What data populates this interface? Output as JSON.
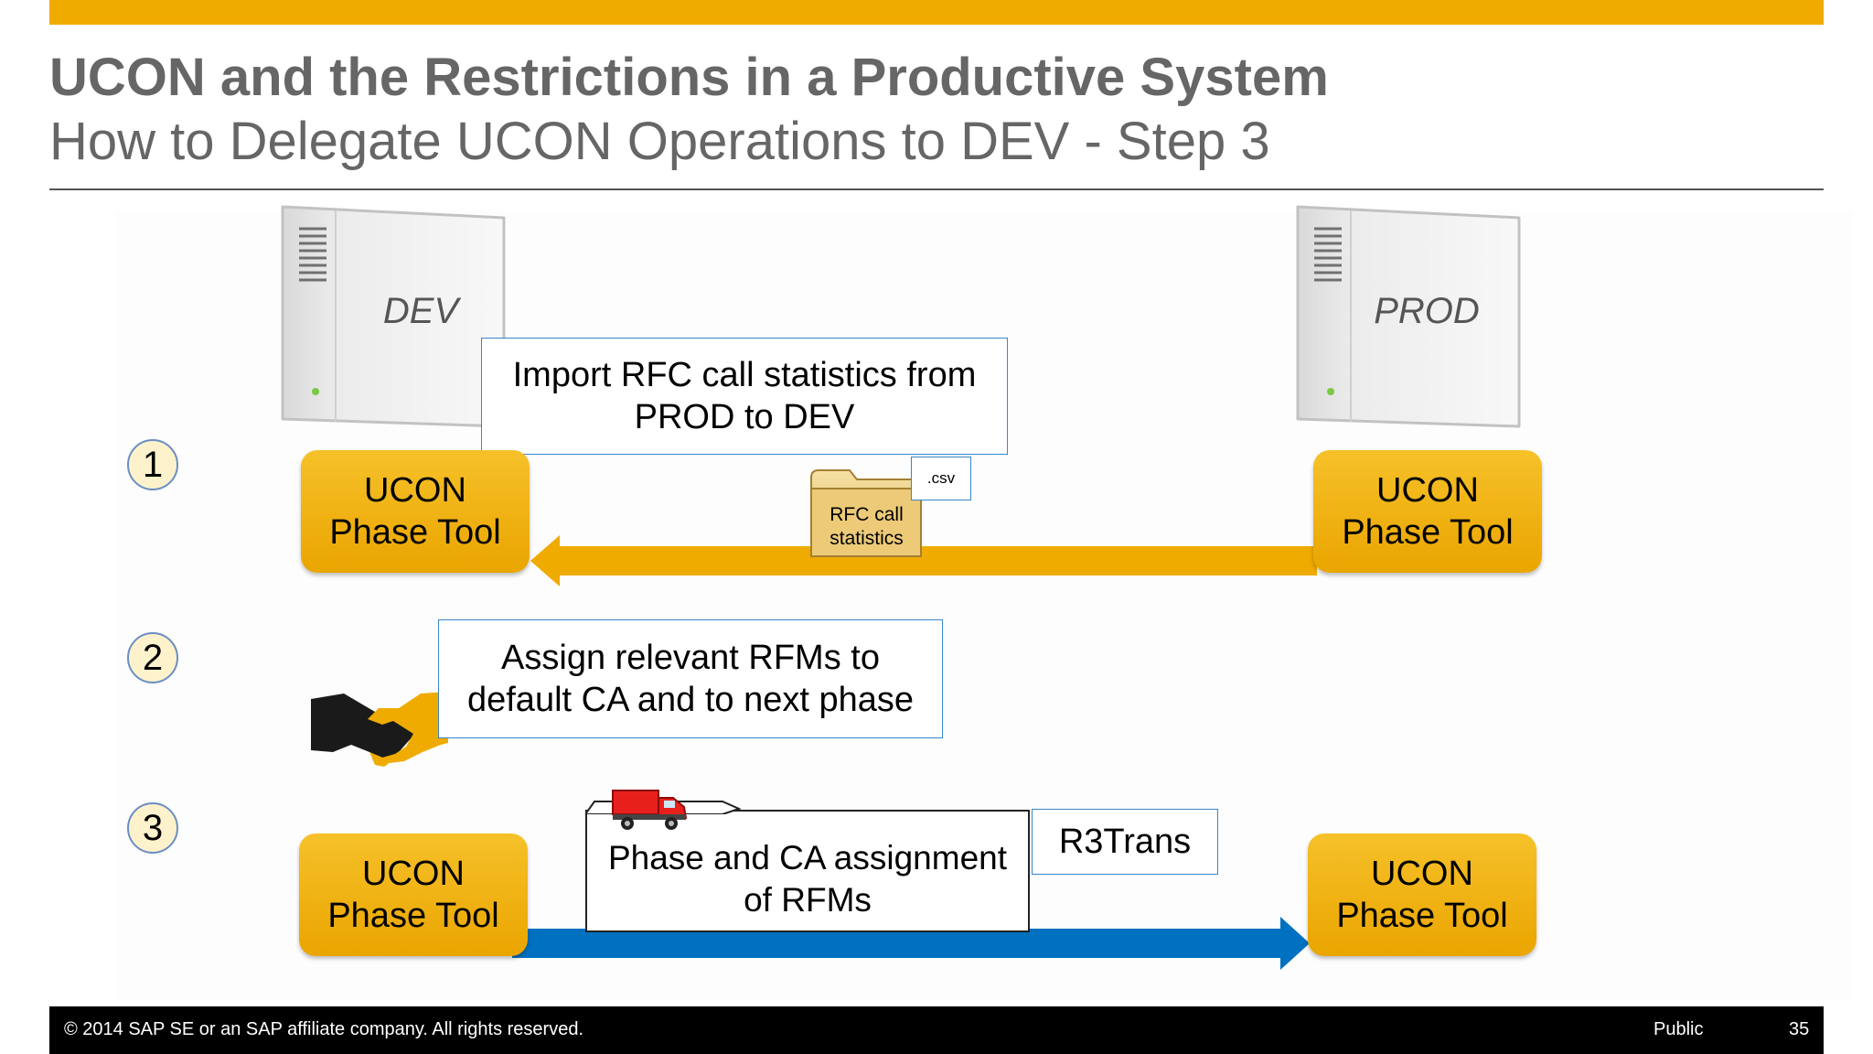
{
  "slide": {
    "title": "UCON and the Restrictions in a Productive System",
    "subtitle": "How to Delegate UCON Operations to DEV - Step 3"
  },
  "servers": {
    "dev_label": "DEV",
    "prod_label": "PROD"
  },
  "steps": {
    "step1_number": "1",
    "step2_number": "2",
    "step3_number": "3"
  },
  "phase_tool": {
    "line1": "UCON",
    "line2": "Phase Tool"
  },
  "step1": {
    "callout_line1": "Import RFC call statistics from",
    "callout_line2": "PROD to DEV",
    "folder_line1": "RFC call",
    "folder_line2": "statistics",
    "file_tag": ".csv"
  },
  "step2": {
    "callout_line1": "Assign relevant RFMs to",
    "callout_line2": "default CA and to next phase"
  },
  "step3": {
    "doc_line1": "Phase and CA assignment",
    "doc_line2": "of RFMs",
    "transport_label": "R3Trans"
  },
  "footer": {
    "copyright": "© 2014 SAP SE or an SAP affiliate company. All rights reserved.",
    "classification": "Public",
    "page_number": "35"
  },
  "colors": {
    "sap_gold": "#f0ab00",
    "arrow_blue": "#0070c0",
    "callout_border": "#3a86c8",
    "text_gray": "#666666"
  },
  "icons": {
    "server": "server-tower-icon",
    "folder": "folder-icon",
    "handshake": "handshake-icon",
    "truck": "truck-icon"
  }
}
